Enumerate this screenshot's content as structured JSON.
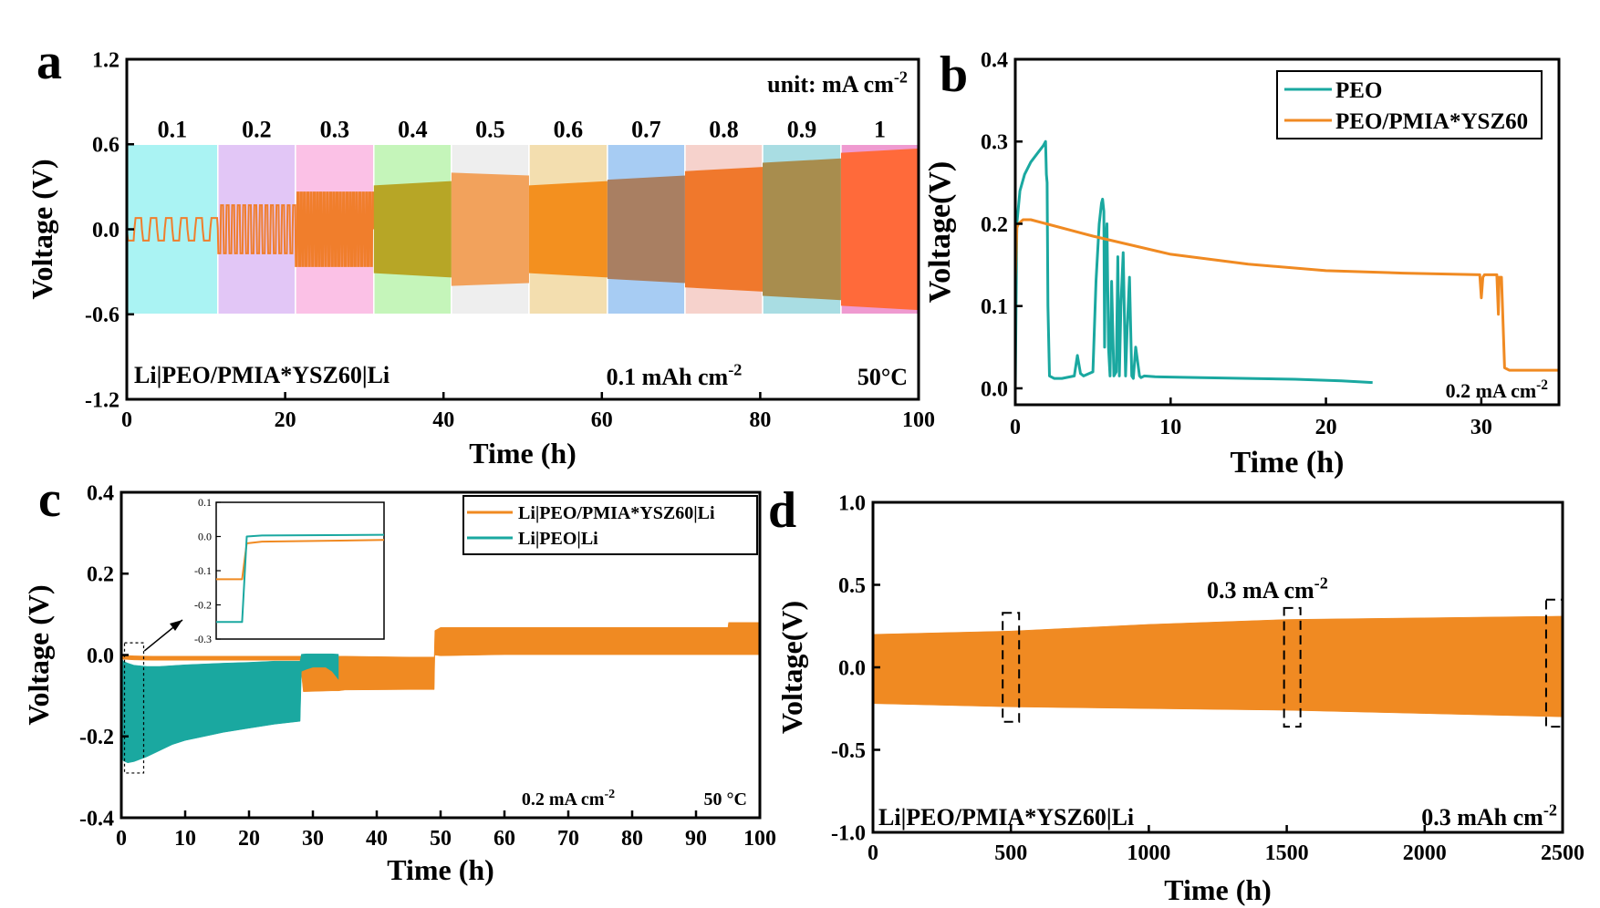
{
  "colors": {
    "teal": "#1AA8A0",
    "orange": "#F08A22",
    "frame": "#000000"
  },
  "chart_data": [
    {
      "panel": "a",
      "type": "line",
      "xlabel": "Time (h)",
      "ylabel": "Voltage (V)",
      "xlim": [
        0,
        100
      ],
      "ylim": [
        -1.2,
        1.2
      ],
      "xticks": [
        "0",
        "20",
        "40",
        "60",
        "80",
        "100"
      ],
      "yticks": [
        "-1.2",
        "-0.6",
        "0.0",
        "0.6",
        "1.2"
      ],
      "unit_note": "unit: mA cm",
      "unit_exp": "-2",
      "cell_label": "Li|PEO/PMIA*YSZ60|Li",
      "capacity_label": "0.1 mAh cm",
      "capacity_exp": "-2",
      "temp_label": "50°C",
      "segments": [
        {
          "label": "0.1",
          "start": 0,
          "end": 11.5,
          "amp": 0.08,
          "color": "#AAF3F3"
        },
        {
          "label": "0.2",
          "start": 11.5,
          "end": 21.3,
          "amp": 0.17,
          "color": "#E2C6F6"
        },
        {
          "label": "0.3",
          "start": 21.3,
          "end": 31.2,
          "amp": 0.26,
          "color": "#FBC1E6"
        },
        {
          "label": "0.4",
          "start": 31.2,
          "end": 41.0,
          "amp": 0.34,
          "color": "#C5F5BA"
        },
        {
          "label": "0.5",
          "start": 41.0,
          "end": 50.8,
          "amp": 0.38,
          "color": "#EEEEEE"
        },
        {
          "label": "0.6",
          "start": 50.8,
          "end": 60.7,
          "amp": 0.34,
          "color": "#F3DEAF"
        },
        {
          "label": "0.7",
          "start": 60.7,
          "end": 70.5,
          "amp": 0.38,
          "color": "#A7CCF3"
        },
        {
          "label": "0.8",
          "start": 70.5,
          "end": 80.3,
          "amp": 0.44,
          "color": "#F6D2CC"
        },
        {
          "label": "0.9",
          "start": 80.3,
          "end": 90.2,
          "amp": 0.5,
          "color": "#A9DDE3"
        },
        {
          "label": "1",
          "start": 90.2,
          "end": 100,
          "amp": 0.57,
          "color": "#EF9AD0"
        }
      ]
    },
    {
      "panel": "b",
      "type": "line",
      "xlabel": "Time (h)",
      "ylabel": "Voltage(V)",
      "xlim": [
        0,
        35
      ],
      "ylim": [
        -0.02,
        0.4
      ],
      "xticks": [
        "0",
        "10",
        "20",
        "30"
      ],
      "yticks": [
        "0.0",
        "0.1",
        "0.2",
        "0.3",
        "0.4"
      ],
      "current_label": "0.2 mA cm",
      "current_exp": "-2",
      "series": [
        {
          "name": "PEO",
          "color": "#1AA8A0",
          "x": [
            0,
            0.1,
            0.3,
            0.6,
            1.0,
            1.4,
            1.8,
            1.95,
            2.0,
            2.05,
            2.1,
            2.2,
            2.5,
            3.0,
            3.8,
            4.0,
            4.2,
            4.4,
            5.0,
            5.2,
            5.4,
            5.55,
            5.62,
            5.7,
            5.75,
            5.8,
            5.9,
            6.0,
            6.1,
            6.2,
            6.35,
            6.5,
            6.6,
            6.7,
            6.8,
            6.95,
            7.1,
            7.2,
            7.35,
            7.5,
            7.6,
            7.75,
            8.0,
            8.1,
            8.3,
            9.0,
            12.0,
            15.0,
            18.0,
            21.0,
            23.0
          ],
          "y": [
            0.0,
            0.2,
            0.24,
            0.26,
            0.275,
            0.285,
            0.295,
            0.3,
            0.26,
            0.25,
            0.1,
            0.015,
            0.012,
            0.012,
            0.015,
            0.04,
            0.018,
            0.015,
            0.02,
            0.13,
            0.2,
            0.225,
            0.23,
            0.215,
            0.05,
            0.17,
            0.2,
            0.05,
            0.015,
            0.13,
            0.015,
            0.02,
            0.16,
            0.015,
            0.1,
            0.165,
            0.015,
            0.07,
            0.135,
            0.015,
            0.012,
            0.05,
            0.015,
            0.013,
            0.015,
            0.014,
            0.013,
            0.012,
            0.011,
            0.009,
            0.007
          ]
        },
        {
          "name": "PEO/PMIA*YSZ60",
          "color": "#F08A22",
          "x": [
            0,
            0.1,
            0.2,
            0.5,
            1.0,
            2.0,
            5.0,
            10.0,
            15.0,
            20.0,
            25.0,
            29.9,
            30.0,
            30.1,
            30.2,
            31.0,
            31.1,
            31.15,
            31.3,
            31.5,
            31.8,
            32.0,
            33.0,
            35.0
          ],
          "y": [
            0.13,
            0.195,
            0.2,
            0.205,
            0.205,
            0.2,
            0.185,
            0.163,
            0.151,
            0.143,
            0.14,
            0.138,
            0.11,
            0.135,
            0.138,
            0.138,
            0.09,
            0.135,
            0.135,
            0.025,
            0.022,
            0.022,
            0.022,
            0.022
          ]
        }
      ]
    },
    {
      "panel": "c",
      "type": "line",
      "xlabel": "Time (h)",
      "ylabel": "Voltage (V)",
      "xlim": [
        0,
        100
      ],
      "ylim": [
        -0.4,
        0.4
      ],
      "xticks": [
        "0",
        "10",
        "20",
        "30",
        "40",
        "50",
        "60",
        "70",
        "80",
        "90",
        "100"
      ],
      "yticks": [
        "-0.4",
        "-0.2",
        "0.0",
        "0.2",
        "0.4"
      ],
      "current_label": "0.2 mA cm",
      "current_exp": "-2",
      "temp_label": "50 °C",
      "series": [
        {
          "name": "Li|PEO/PMIA*YSZ60|Li",
          "color": "#F08A22"
        },
        {
          "name": "Li|PEO|Li",
          "color": "#1AA8A0"
        }
      ],
      "orange_band": {
        "x": [
          0,
          2,
          5,
          10,
          20,
          28,
          28.5,
          33,
          34,
          35,
          45,
          49,
          49.1,
          50,
          60,
          70,
          80,
          95,
          95.1,
          100
        ],
        "upper": [
          0,
          -0.002,
          -0.003,
          -0.003,
          -0.003,
          -0.003,
          -0.003,
          -0.003,
          -0.003,
          -0.003,
          -0.005,
          -0.005,
          0.06,
          0.068,
          0.068,
          0.068,
          0.068,
          0.068,
          0.08,
          0.08
        ],
        "lower": [
          -0.01,
          -0.012,
          -0.013,
          -0.013,
          -0.013,
          -0.013,
          -0.09,
          -0.088,
          -0.088,
          -0.086,
          -0.085,
          -0.085,
          0,
          -0.002,
          0.001,
          0.001,
          0.001,
          0.001,
          0.001,
          0.001
        ]
      },
      "teal_band": {
        "x": [
          0,
          0.3,
          1,
          2,
          4,
          6,
          8,
          10,
          13,
          16,
          20,
          24,
          28,
          28.2,
          29,
          30,
          31,
          32,
          33,
          34
        ],
        "upper": [
          -0.005,
          -0.015,
          -0.02,
          -0.025,
          -0.028,
          -0.028,
          -0.026,
          -0.024,
          -0.022,
          -0.02,
          -0.018,
          -0.015,
          -0.015,
          0.002,
          0.003,
          0.003,
          0.003,
          0.003,
          0.003,
          0.002
        ],
        "lower": [
          -0.24,
          -0.26,
          -0.265,
          -0.262,
          -0.25,
          -0.235,
          -0.22,
          -0.21,
          -0.2,
          -0.19,
          -0.18,
          -0.17,
          -0.163,
          -0.04,
          -0.035,
          -0.03,
          -0.03,
          -0.03,
          -0.04,
          -0.06
        ]
      },
      "inset": {
        "xlim": [
          0,
          1.1
        ],
        "ylim": [
          -0.3,
          0.1
        ],
        "yticks": [
          "0.1",
          "0.0",
          "-0.1",
          "-0.2",
          "-0.3"
        ],
        "orange": {
          "x": [
            0,
            0.17,
            0.2,
            0.3,
            1.1
          ],
          "y": [
            -0.125,
            -0.125,
            -0.02,
            -0.015,
            -0.01
          ]
        },
        "teal": {
          "x": [
            0,
            0.17,
            0.2,
            0.3,
            1.1
          ],
          "y": [
            -0.25,
            -0.25,
            0,
            0.003,
            0.005
          ]
        }
      }
    },
    {
      "panel": "d",
      "type": "line",
      "xlabel": "Time (h)",
      "ylabel": "Voltage(V)",
      "xlim": [
        0,
        2500
      ],
      "ylim": [
        -1.0,
        1.0
      ],
      "xticks": [
        "0",
        "500",
        "1000",
        "1500",
        "2000",
        "2500"
      ],
      "yticks": [
        "-1.0",
        "-0.5",
        "0.0",
        "0.5",
        "1.0"
      ],
      "cell_label": "Li|PEO/PMIA*YSZ60|Li",
      "capacity_label": "0.3 mAh cm",
      "capacity_exp": "-2",
      "current_label": "0.3 mA cm",
      "current_exp": "-2",
      "band": {
        "color": "#F08A22",
        "x": [
          0,
          500,
          1000,
          1500,
          2000,
          2500
        ],
        "upper": [
          0.2,
          0.22,
          0.26,
          0.29,
          0.3,
          0.31
        ],
        "lower": [
          -0.22,
          -0.24,
          -0.25,
          -0.26,
          -0.28,
          -0.3
        ]
      },
      "zoom_boxes": [
        {
          "x": 500,
          "ylow": -0.33,
          "yhigh": 0.33
        },
        {
          "x": 1520,
          "ylow": -0.36,
          "yhigh": 0.36
        },
        {
          "x": 2470,
          "ylow": -0.36,
          "yhigh": 0.41
        }
      ]
    }
  ]
}
